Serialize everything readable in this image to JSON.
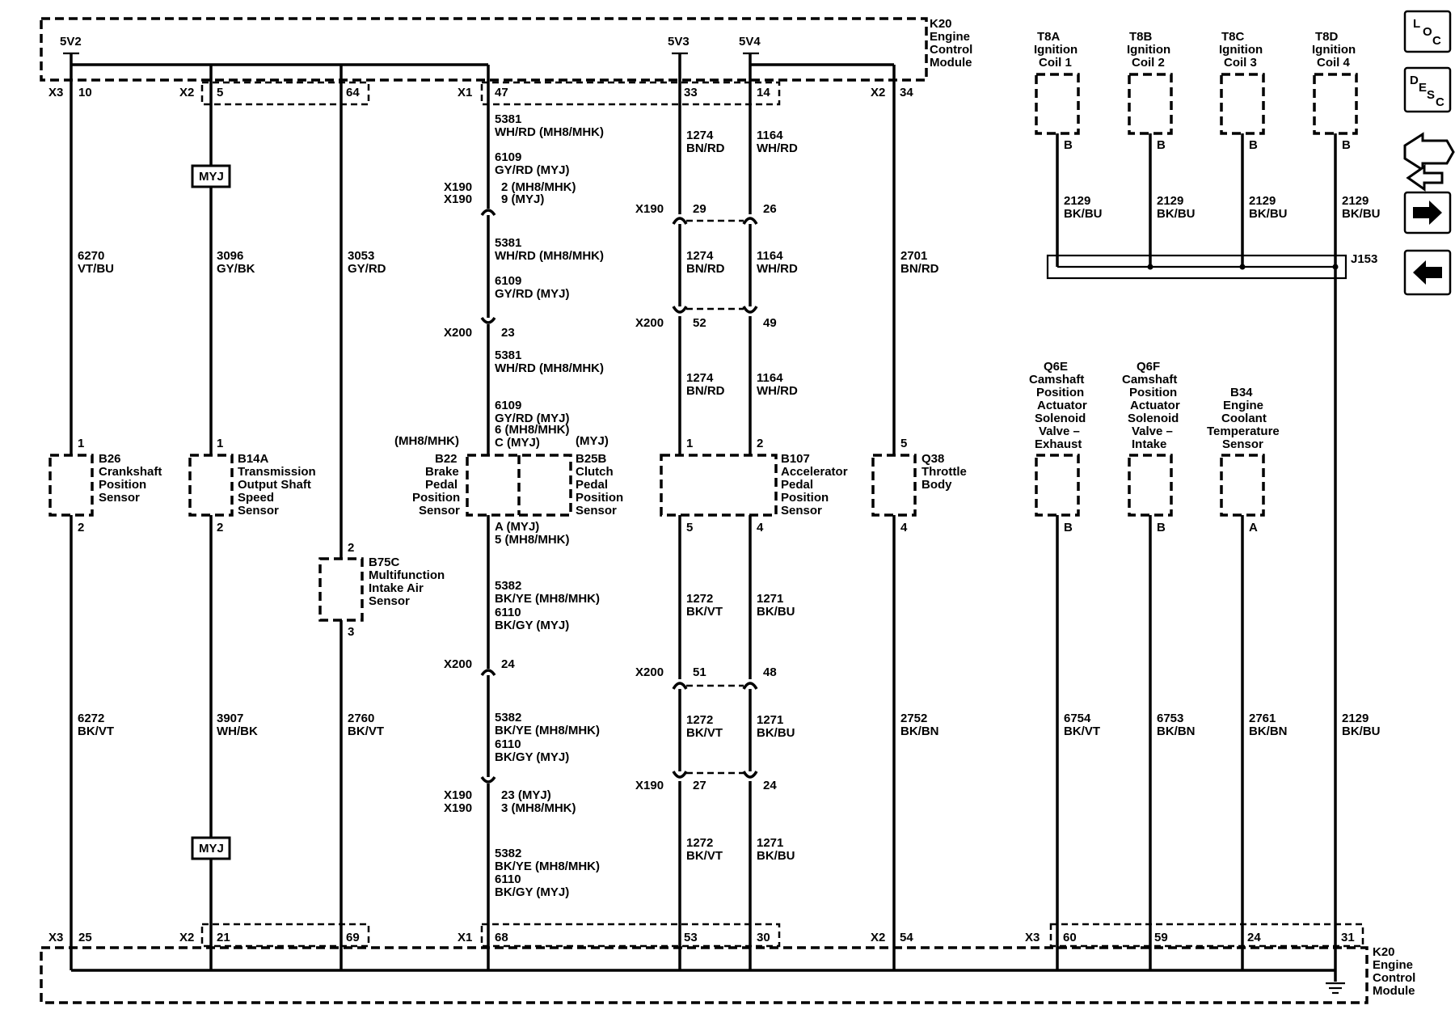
{
  "module": {
    "name": [
      "K20",
      "Engine",
      "Control",
      "Module"
    ]
  },
  "ground_symbol": "ground-icon",
  "voltage_refs": [
    "5V2",
    "5V3",
    "5V4"
  ],
  "top_connectors": {
    "x3_10": [
      "X3",
      "10"
    ],
    "x2_5": [
      "X2",
      "5"
    ],
    "pin_64": "64",
    "x1_47": [
      "X1",
      "47"
    ],
    "pin_33": "33",
    "pin_14": "14",
    "x2_34": [
      "X2",
      "34"
    ]
  },
  "bottom_connectors": {
    "x3_25": [
      "X3",
      "25"
    ],
    "x2_21": [
      "X2",
      "21"
    ],
    "pin_69": "69",
    "x1_68": [
      "X1",
      "68"
    ],
    "pin_53": "53",
    "pin_30": "30",
    "x2_54": [
      "X2",
      "54"
    ],
    "x3_60": [
      "X3",
      "60"
    ],
    "pin_59": "59",
    "pin_24": "24",
    "pin_31": "31"
  },
  "option_labels": {
    "myj": "MYJ"
  },
  "wire_labels": {
    "w6270": [
      "6270",
      "VT/BU"
    ],
    "w3096": [
      "3096",
      "GY/BK"
    ],
    "w3053": [
      "3053",
      "GY/RD"
    ],
    "w2701": [
      "2701",
      "BN/RD"
    ],
    "w6272": [
      "6272",
      "BK/VT"
    ],
    "w3907": [
      "3907",
      "WH/BK"
    ],
    "w2760": [
      "2760",
      "BK/VT"
    ],
    "w2752": [
      "2752",
      "BK/BN"
    ],
    "w6754": [
      "6754",
      "BK/VT"
    ],
    "w6753": [
      "6753",
      "BK/BN"
    ],
    "w2761": [
      "2761",
      "BK/BN"
    ],
    "w2129_bottom": [
      "2129",
      "BK/BU"
    ],
    "w1274_a": [
      "1274",
      "BN/RD"
    ],
    "w1274_b": [
      "1274",
      "BN/RD"
    ],
    "w1274_c": [
      "1274",
      "BN/RD"
    ],
    "w1164_a": [
      "1164",
      "WH/RD"
    ],
    "w1164_b": [
      "1164",
      "WH/RD"
    ],
    "w1164_c": [
      "1164",
      "WH/RD"
    ],
    "w1272_a": [
      "1272",
      "BK/VT"
    ],
    "w1272_b": [
      "1272",
      "BK/VT"
    ],
    "w1272_c": [
      "1272",
      "BK/VT"
    ],
    "w1271_a": [
      "1271",
      "BK/BU"
    ],
    "w1271_b": [
      "1271",
      "BK/BU"
    ],
    "w1271_c": [
      "1271",
      "BK/BU"
    ],
    "brake_top_1": [
      "5381",
      "WH/RD (MH8/MHK)",
      "6109",
      "GY/RD (MYJ)"
    ],
    "brake_top_2": [
      "5381",
      "WH/RD (MH8/MHK)",
      "6109",
      "GY/RD (MYJ)"
    ],
    "brake_top_3": [
      "5381",
      "WH/RD (MH8/MHK)",
      "6109",
      "GY/RD (MYJ)"
    ],
    "brake_bot_1": [
      "5382",
      "BK/YE (MH8/MHK)",
      "6110",
      "BK/GY (MYJ)"
    ],
    "brake_bot_2": [
      "5382",
      "BK/YE (MH8/MHK)",
      "6110",
      "BK/GY (MYJ)"
    ],
    "brake_bot_3": [
      "5382",
      "BK/YE (MH8/MHK)",
      "6110",
      "BK/GY (MYJ)"
    ],
    "coil_wires": [
      "2129",
      "BK/BU"
    ]
  },
  "inline_connectors": {
    "brake_x190_top": [
      "X190",
      "X190",
      "2 (MH8/MHK)",
      "9 (MYJ)"
    ],
    "brake_x200_top": [
      "X200",
      "23"
    ],
    "brake_x200_bot": [
      "X200",
      "24"
    ],
    "brake_x190_bot": [
      "X190",
      "X190",
      "23 (MYJ)",
      "3 (MH8/MHK)"
    ],
    "app_x190_top": [
      "X190",
      "29",
      "26"
    ],
    "app_x200_top": [
      "X200",
      "52",
      "49"
    ],
    "app_x200_bot": [
      "X200",
      "51",
      "48"
    ],
    "app_x190_bot": [
      "X190",
      "27",
      "24"
    ]
  },
  "components": {
    "b26": {
      "lines": [
        "B26",
        "Crankshaft",
        "Position",
        "Sensor"
      ],
      "pin_top": "1",
      "pin_bottom": "2"
    },
    "b14a": {
      "lines": [
        "B14A",
        "Transmission",
        "Output Shaft",
        "Speed",
        "Sensor"
      ],
      "pin_top": "1",
      "pin_bottom": "2"
    },
    "b75c": {
      "lines": [
        "B75C",
        "Multifunction",
        "Intake Air",
        "Sensor"
      ],
      "pin_top": "2",
      "pin_bottom": "3"
    },
    "b22": {
      "option": "(MH8/MHK)",
      "lines": [
        "B22",
        "Brake",
        "Pedal",
        "Position",
        "Sensor"
      ]
    },
    "b25b": {
      "option": "(MYJ)",
      "lines": [
        "B25B",
        "Clutch",
        "Pedal",
        "Position",
        "Sensor"
      ]
    },
    "brake_pins": {
      "top": [
        "6 (MH8/MHK)",
        "C (MYJ)"
      ],
      "bottom": [
        "A (MYJ)",
        "5 (MH8/MHK)"
      ]
    },
    "b107": {
      "lines": [
        "B107",
        "Accelerator",
        "Pedal",
        "Position",
        "Sensor"
      ],
      "pins_top": [
        "1",
        "2"
      ],
      "pins_bottom": [
        "5",
        "4"
      ]
    },
    "q38": {
      "lines": [
        "Q38",
        "Throttle",
        "Body"
      ],
      "pin_top": "5",
      "pin_bottom": "4"
    },
    "coils": [
      {
        "lines": [
          "T8A",
          "Ignition",
          "Coil 1"
        ],
        "pin": "B"
      },
      {
        "lines": [
          "T8B",
          "Ignition",
          "Coil 2"
        ],
        "pin": "B"
      },
      {
        "lines": [
          "T8C",
          "Ignition",
          "Coil 3"
        ],
        "pin": "B"
      },
      {
        "lines": [
          "T8D",
          "Ignition",
          "Coil 4"
        ],
        "pin": "B"
      }
    ],
    "j153": "J153",
    "q6e": {
      "lines": [
        "Q6E",
        "Camshaft",
        "Position",
        "Actuator",
        "Solenoid",
        "Valve –",
        "Exhaust"
      ],
      "pin": "B"
    },
    "q6f": {
      "lines": [
        "Q6F",
        "Camshaft",
        "Position",
        "Actuator",
        "Solenoid",
        "Valve –",
        "Intake"
      ],
      "pin": "B"
    },
    "b34": {
      "lines": [
        "B34",
        "Engine",
        "Coolant",
        "Temperature",
        "Sensor"
      ],
      "pin": "A"
    }
  },
  "nav": {
    "loc": [
      "L",
      "O",
      "C"
    ],
    "desc": [
      "D",
      "E",
      "S",
      "C"
    ],
    "icons": [
      "harness-connector-icon",
      "arrow-right-icon",
      "arrow-left-icon"
    ]
  }
}
